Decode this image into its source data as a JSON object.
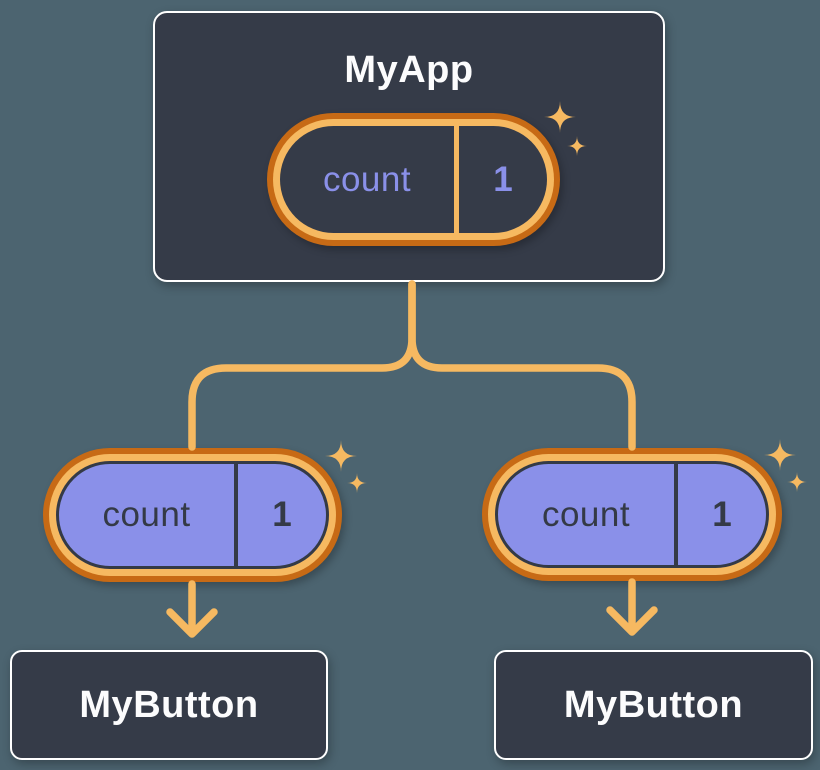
{
  "diagram": {
    "type": "react-component-tree",
    "root": {
      "title": "MyApp",
      "state": {
        "label": "count",
        "value": "1"
      }
    },
    "children": [
      {
        "title": "MyButton",
        "prop": {
          "label": "count",
          "value": "1"
        }
      },
      {
        "title": "MyButton",
        "prop": {
          "label": "count",
          "value": "1"
        }
      }
    ],
    "icons": [
      "sparkle-icon",
      "arrow-down-icon",
      "tree-fork-connector"
    ],
    "colors": {
      "canvas_background": "#4C6470",
      "node_background": "#353B48",
      "node_border": "#FFFFFF",
      "node_text": "#FCFCFD",
      "accent_orange_light": "#F6B961",
      "accent_orange_dark": "#C76A15",
      "accent_purple": "#8A90E9",
      "dark_ink": "#343A46"
    }
  }
}
